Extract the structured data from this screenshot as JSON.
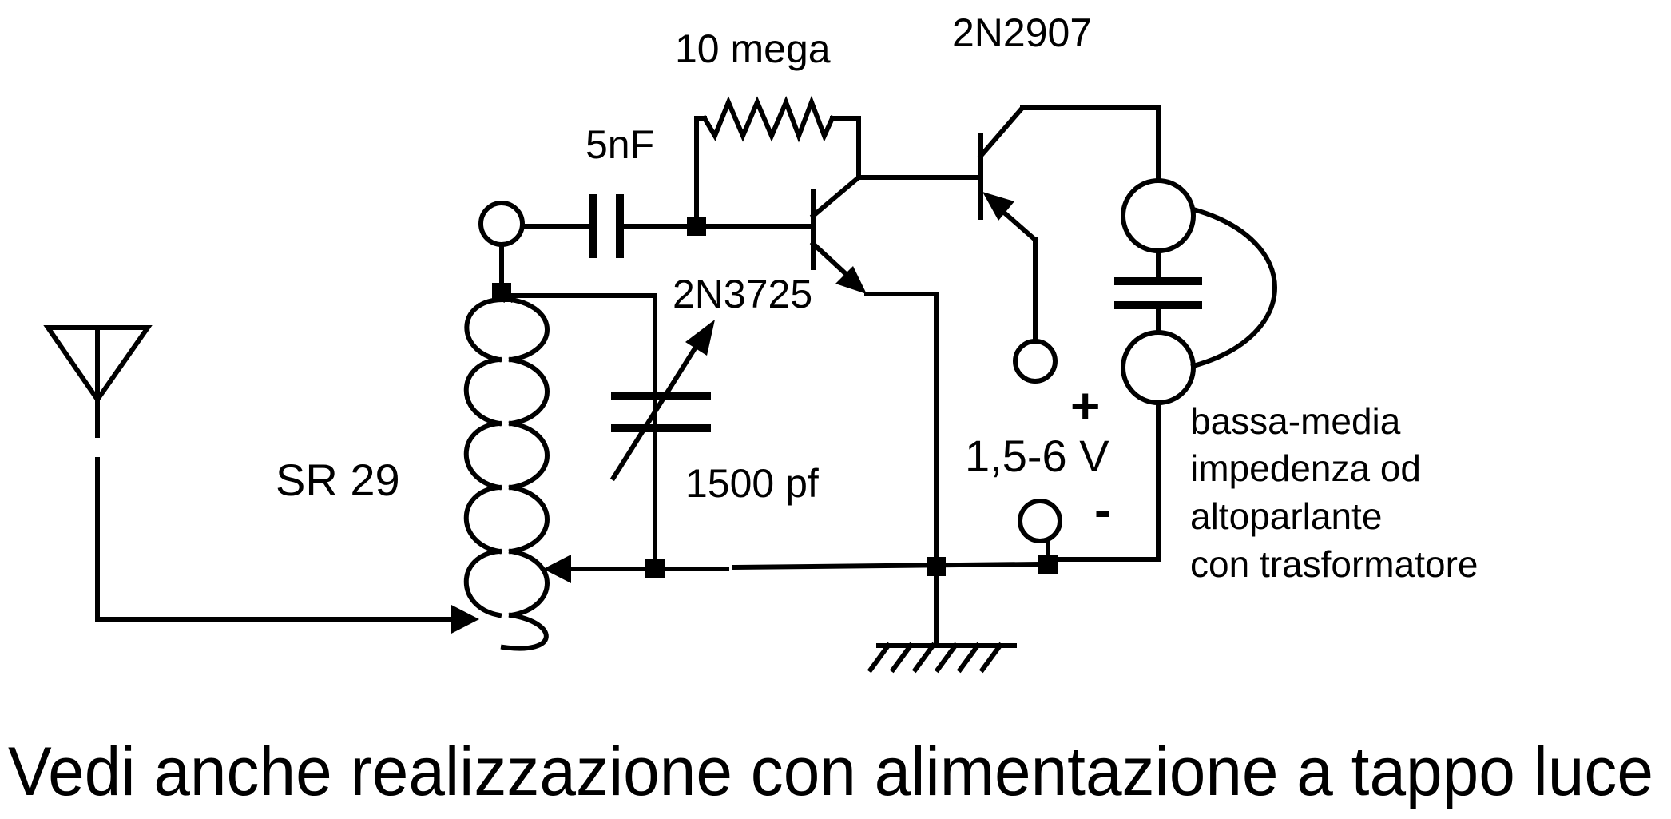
{
  "diagram": {
    "labels": {
      "resistor": "10 mega",
      "transistor_pnp": "2N2907",
      "capacitor_coupling": "5nF",
      "transistor_npn": "2N3725",
      "coil": "SR 29",
      "variable_capacitor": "1500 pf",
      "supply_voltage": "1,5-6 V",
      "supply_plus": "+",
      "supply_minus": "-",
      "speaker_note": [
        "bassa-media",
        "impedenza od",
        "altoparlante",
        "con trasformatore"
      ]
    },
    "caption": "Vedi anche realizzazione con alimentazione a tappo luce"
  }
}
